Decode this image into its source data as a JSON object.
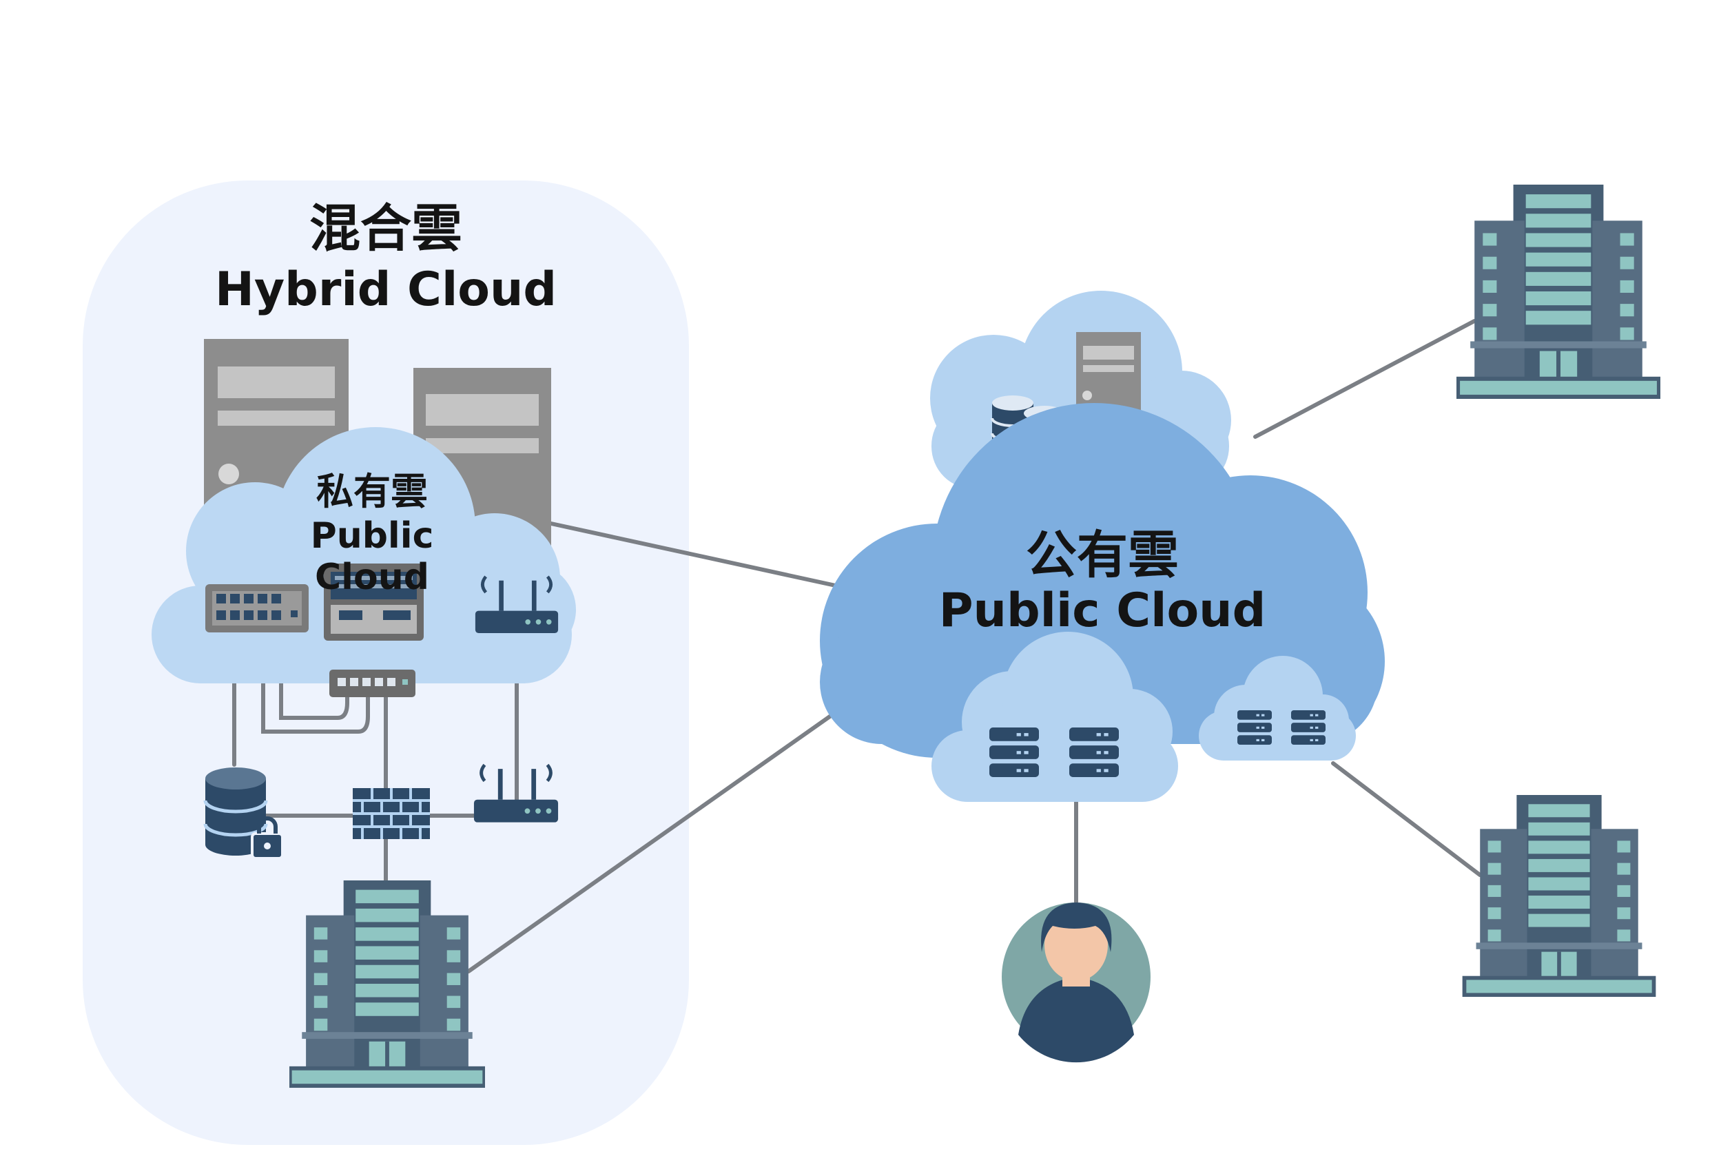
{
  "labels": {
    "hybrid_zh": "混合雲",
    "hybrid_en": "Hybrid Cloud",
    "private_zh": "私有雲",
    "private_en": "Public Cloud",
    "public_zh": "公有雲",
    "public_en": "Public Cloud"
  },
  "colors": {
    "hybrid_panel": "#eef3fd",
    "private_cloud": "#bcd8f3",
    "public_cloud": "#7eaedf",
    "inner_cloud": "#b4d3f1",
    "device_dark": "#2d4a68",
    "building_teal": "#8fc5c2",
    "server_gray": "#8d8d8d",
    "link_line": "#7b7f85"
  },
  "icons": [
    "server-tower-icon",
    "network-switch-icon",
    "storage-appliance-icon",
    "wifi-router-icon",
    "database-lock-icon",
    "firewall-icon",
    "office-building-icon",
    "database-stack-icon",
    "rack-server-icon",
    "user-avatar-icon"
  ]
}
